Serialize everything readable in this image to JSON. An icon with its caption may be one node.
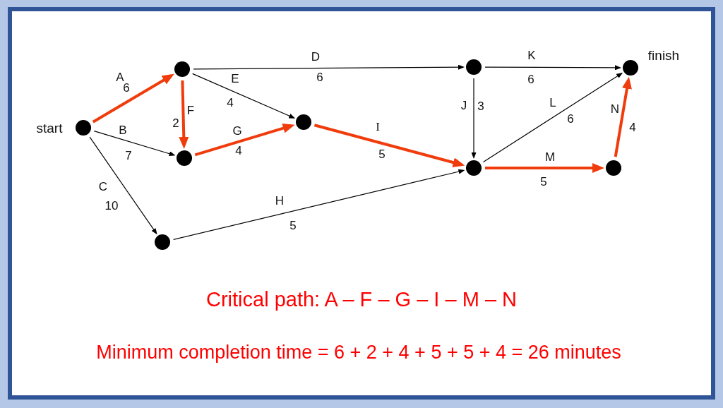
{
  "diagram": {
    "nodes": [
      {
        "text": [],
        "shape": "circle",
        "beside": [
          "start"
        ]
      },
      {
        "text": [],
        "shape": "circle"
      },
      {
        "text": [],
        "shape": "circle"
      },
      {
        "text": [],
        "shape": "circle"
      },
      {
        "text": [],
        "shape": "circle"
      },
      {
        "text": [],
        "shape": "circle"
      },
      {
        "text": [],
        "shape": "circle"
      },
      {
        "text": [],
        "shape": "circle"
      },
      {
        "text": [],
        "shape": "circle",
        "beside": [
          "finish"
        ]
      }
    ],
    "edges": [
      {
        "from": 0,
        "to": 1,
        "arrow": "to",
        "label": "A",
        "style": "thick",
        "color": "#f03c0c"
      },
      {
        "from": 0,
        "to": 2,
        "arrow": "to",
        "label": "B"
      },
      {
        "from": 0,
        "to": 3,
        "arrow": "to",
        "label": "C"
      },
      {
        "from": 1,
        "to": 5,
        "arrow": "to",
        "label": "D"
      },
      {
        "from": 1,
        "to": 4,
        "arrow": "to",
        "label": "E"
      },
      {
        "from": 1,
        "to": 2,
        "arrow": "to",
        "label": "F",
        "style": "thick",
        "color": "#f03c0c"
      },
      {
        "from": 2,
        "to": 4,
        "arrow": "to",
        "label": "G",
        "style": "thick",
        "color": "#f03c0c"
      },
      {
        "from": 3,
        "to": 6,
        "arrow": "to",
        "label": "H"
      },
      {
        "from": 4,
        "to": 6,
        "arrow": "to",
        "label": "I",
        "style": "thick",
        "color": "#f03c0c"
      },
      {
        "from": 5,
        "to": 6,
        "arrow": "to",
        "label": "J"
      },
      {
        "from": 5,
        "to": 8,
        "arrow": "to",
        "label": "K"
      },
      {
        "from": 6,
        "to": 8,
        "arrow": "to",
        "label": "L"
      },
      {
        "from": 6,
        "to": 7,
        "arrow": "to",
        "label": "M",
        "style": "thick",
        "color": "#f03c0c"
      },
      {
        "from": 7,
        "to": 8,
        "arrow": "to",
        "label": "N",
        "style": "thick",
        "color": "#f03c0c"
      }
    ],
    "labels": [
      "6",
      "7",
      "10",
      "6",
      "4",
      "2",
      "4",
      "5",
      "5",
      "3",
      "6",
      "6",
      "5",
      "4",
      "Critical path: A – F – G – I – M – N",
      "Minimum completion time = 6 + 2 + 4 + 5 + 5 + 4 = 26 minutes"
    ]
  }
}
